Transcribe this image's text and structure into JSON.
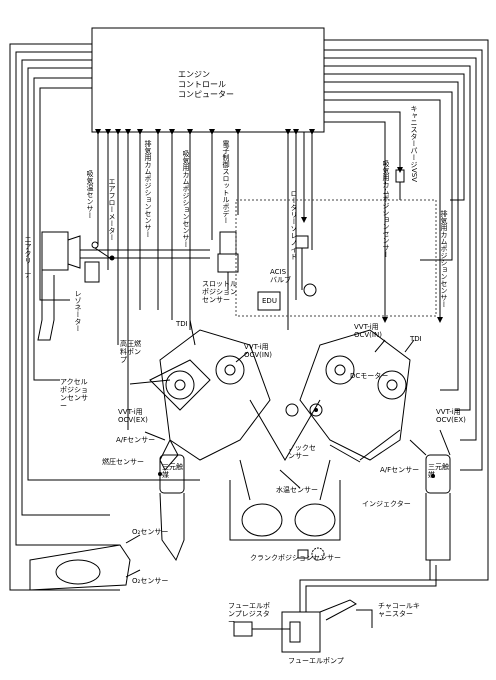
{
  "ecu": {
    "line1": "エンジン",
    "line2": "コントロール",
    "line3": "コンピューター"
  },
  "labels": {
    "intake_air_temp_sensor": "吸気温センサー",
    "airflow_meter": "エアフローメーター",
    "exhaust_cam_sensor_left": "排気用カムポジションセンサー",
    "intake_cam_sensor_left": "吸気用カムポジションセンサー",
    "electronic_throttle_body": "電子制御スロットルボデー",
    "rotary_solenoid": "ロータリーソレノイド",
    "canister_purge_vsv": "キャニスターパージVSV",
    "intake_cam_sensor_right": "吸気用カムポジションセンサー",
    "exhaust_cam_sensor_right": "排気用カムポジションセンサー",
    "air_cleaner": "エアクリーナー",
    "resonator": "レゾネーター",
    "throttle_position_sensor": "スロットルポジションセンサー",
    "acis_valve": "ACISバルブ",
    "edu": "EDU",
    "tdi_left": "TDI",
    "tdi_right": "TDI",
    "high_pressure_pump": "高圧燃料ポンプ",
    "vvti_ocv_in_left": "VVT-i用OCV(IN)",
    "vvti_ocv_in_right": "VVT-i用OCV(IN)",
    "dc_motor": "DCモーター",
    "accel_position_sensor": "アクセルポジションセンサー",
    "vvti_ocv_ex_left": "VVT-i用OCV(EX)",
    "vvti_ocv_ex_right": "VVT-i用OCV(EX)",
    "af_sensor_left": "A/Fセンサー",
    "af_sensor_right": "A/Fセンサー",
    "fuel_pressure_sensor": "燃圧センサー",
    "three_way_catalyst_left": "三元触媒",
    "three_way_catalyst_right": "三元触媒",
    "knock_sensor": "ノックセンサー",
    "coolant_temp_sensor": "水温センサー",
    "injector": "インジェクター",
    "o2_sensor_1": "O₂センサー",
    "o2_sensor_2": "O₂センサー",
    "crank_position_sensor": "クランクポジションセンサー",
    "fuel_pump_resistor": "フューエルポンプレジスター",
    "charcoal_canister": "チャコールキャニスター",
    "fuel_pump": "フューエルポンプ"
  }
}
